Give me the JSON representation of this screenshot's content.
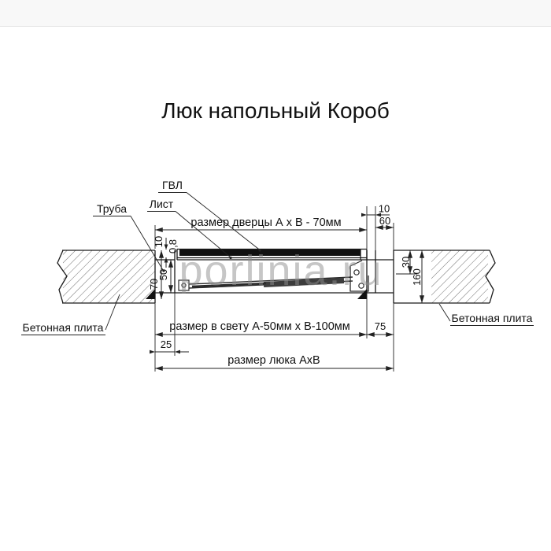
{
  "page": {
    "title": "Люк напольный Короб",
    "watermark": "porlinia.ru"
  },
  "callouts": {
    "gvl": "ГВЛ",
    "sheet": "Лист",
    "tube": "Труба",
    "concrete_left": "Бетонная плита",
    "concrete_right": "Бетонная плита"
  },
  "dimensions": {
    "door_size": "размер дверцы А х В - 70мм",
    "gap_top": "10",
    "flange_top": "60",
    "lid_thickness": "10",
    "sheet_thickness": "0,8",
    "tube_height": "50",
    "box_depth": "70",
    "right_offset": "30",
    "slab_thickness": "160",
    "clear_size": "размер в свету А-50мм х В-100мм",
    "flange_bottom": "75",
    "tube_width": "25",
    "hatch_size": "размер люка АхВ"
  }
}
